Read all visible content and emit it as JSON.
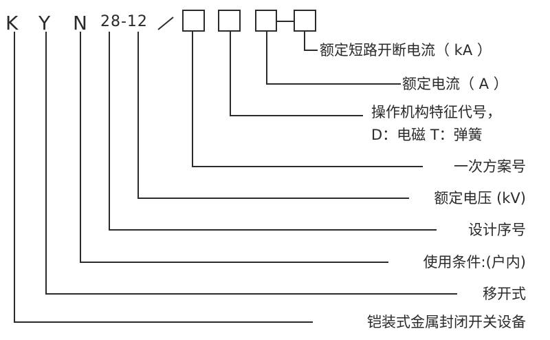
{
  "code": {
    "k": "K",
    "y": "Y",
    "n": "N",
    "number": "28-12",
    "slash": "/"
  },
  "labels": {
    "breaking_current": "额定短路开断电流（ kA ）",
    "rated_current": "额定电流（ A ）",
    "mechanism_line1": "操作机构特征代号，",
    "mechanism_line2": "D：电磁  T：弹簧",
    "scheme": "一次方案号",
    "rated_voltage": "额定电压 (kV)",
    "design_no": "设计序号",
    "condition": "使用条件:(户内)",
    "withdrawable": "移开式",
    "metal_clad": "铠装式金属封闭开关设备"
  }
}
